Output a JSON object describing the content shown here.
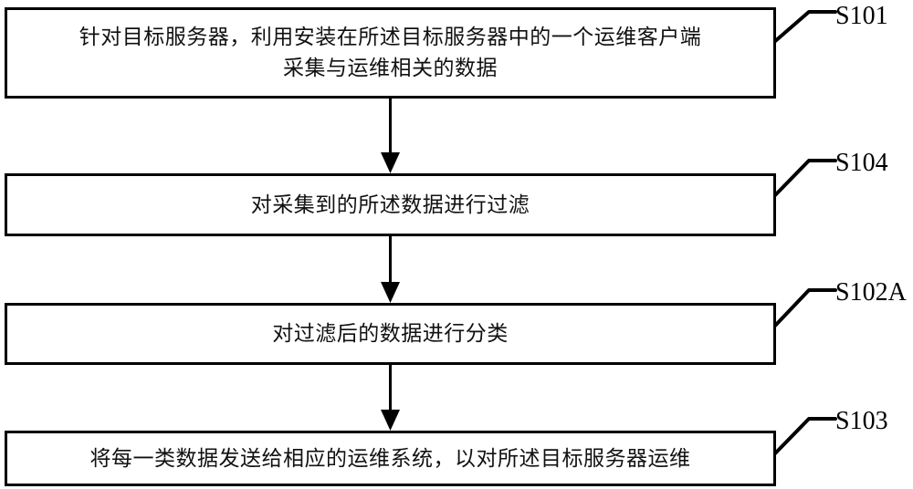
{
  "diagram": {
    "type": "flowchart",
    "orientation": "vertical",
    "background_color": "#ffffff",
    "line_color": "#000000",
    "steps": [
      {
        "id": "S101",
        "label": "S101",
        "text": "针对目标服务器，利用安装在所述目标服务器中的一个运维客户端\n采集与运维相关的数据"
      },
      {
        "id": "S104",
        "label": "S104",
        "text": "对采集到的所述数据进行过滤"
      },
      {
        "id": "S102A",
        "label": "S102A",
        "text": "对过滤后的数据进行分类"
      },
      {
        "id": "S103",
        "label": "S103",
        "text": "将每一类数据发送给相应的运维系统，以对所述目标服务器运维"
      }
    ],
    "connectors": [
      {
        "from": "S101",
        "to": "S104",
        "arrow": "down-arrow"
      },
      {
        "from": "S104",
        "to": "S102A",
        "arrow": "down-arrow"
      },
      {
        "from": "S102A",
        "to": "S103",
        "arrow": "down-arrow"
      }
    ]
  }
}
